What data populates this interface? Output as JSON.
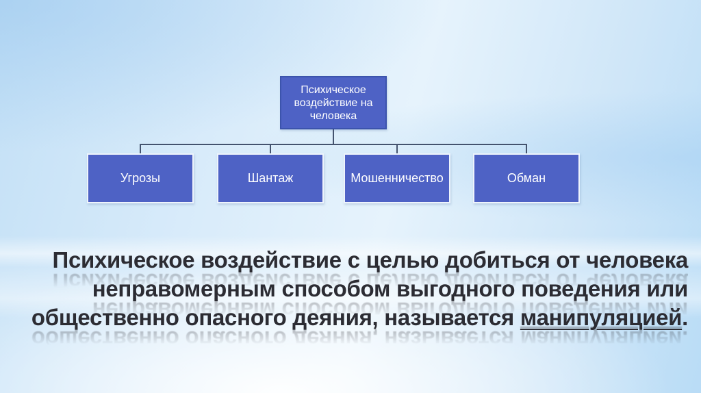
{
  "diagram": {
    "root_label": "Психическое воздействие на человека",
    "children": [
      {
        "label": "Угрозы"
      },
      {
        "label": "Шантаж"
      },
      {
        "label": "Мошенничество"
      },
      {
        "label": "Обман"
      }
    ]
  },
  "paragraph": {
    "line1": "Психическое воздействие с целью добиться от человека",
    "line2": "неправомерным способом выгодного поведения или",
    "line3_prefix": "общественно опасного деяния, называется ",
    "line3_underlined": "манипуляцией",
    "line3_suffix": "."
  },
  "colors": {
    "box_fill": "#4e62c5",
    "root_border": "#3c54ac",
    "child_border": "#eef4fc",
    "connector": "#44536e",
    "caption_text": "#2c2c33",
    "background_light_blue": "#cfe6f8"
  }
}
